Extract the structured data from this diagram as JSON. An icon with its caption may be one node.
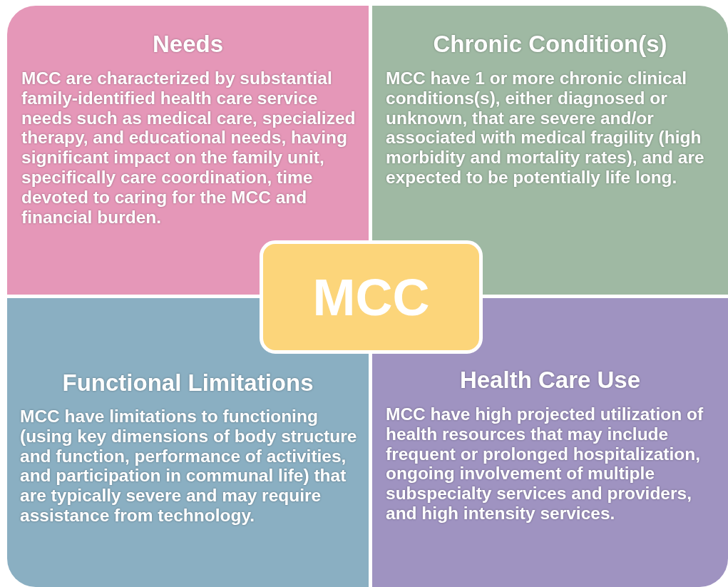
{
  "diagram": {
    "nodes": [
      {
        "text": [
          "Needs",
          "MCC are characterized by substantial family-identified health care service needs such as medical care, specialized therapy, and educational needs, having significant impact on the family unit, specifically care coordination, time devoted to caring for the MCC and financial burden."
        ]
      },
      {
        "text": [
          "Chronic Condition(s)",
          "MCC have 1 or more chronic clinical conditions(s), either diagnosed or unknown, that are severe and/or associated with medical fragility (high morbidity and mortality rates), and are expected to be potentially life long."
        ]
      },
      {
        "text": [
          "MCC"
        ]
      },
      {
        "text": [
          "Functional Limitations",
          "MCC have limitations to functioning (using key dimensions of body structure and function, performance of activities, and participation in communal life) that are typically severe and may require assistance from technology."
        ]
      },
      {
        "text": [
          "Health Care Use",
          "MCC have high projected utilization of health resources that may include frequent or prolonged hospitalization, ongoing involvement of multiple subspecialty services and providers, and high intensity services."
        ]
      }
    ]
  }
}
